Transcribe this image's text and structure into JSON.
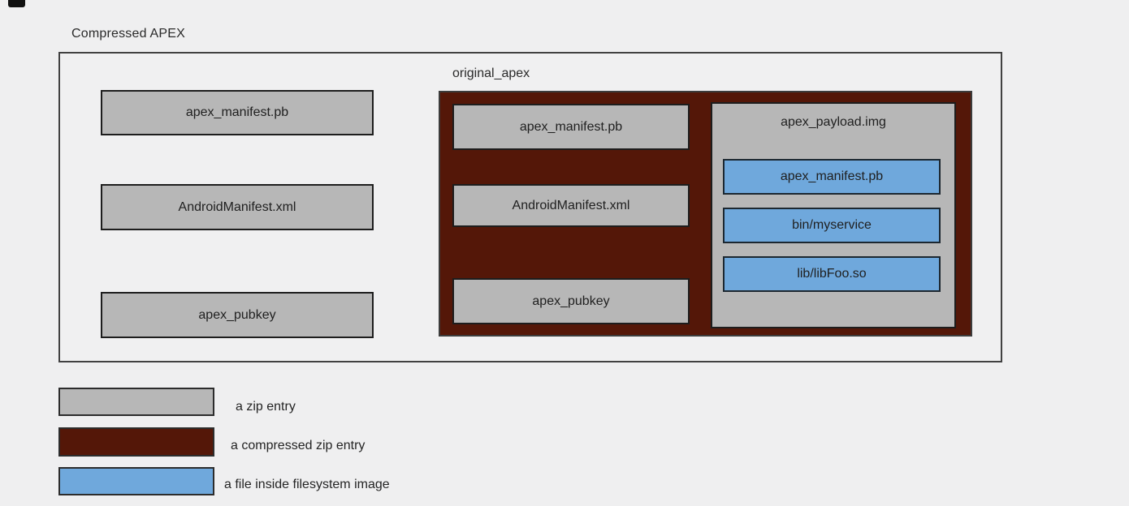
{
  "diagram": {
    "title": "Compressed APEX",
    "outer_entries": [
      "apex_manifest.pb",
      "AndroidManifest.xml",
      "apex_pubkey"
    ],
    "original_apex": {
      "label": "original_apex",
      "entries": [
        "apex_manifest.pb",
        "AndroidManifest.xml",
        "apex_pubkey"
      ],
      "payload": {
        "label": "apex_payload.img",
        "files": [
          "apex_manifest.pb",
          "bin/myservice",
          "lib/libFoo.so"
        ]
      }
    }
  },
  "legend": {
    "items": [
      {
        "color": "#b7b7b7",
        "label": "a zip entry"
      },
      {
        "color": "#541708",
        "label": "a compressed zip entry"
      },
      {
        "color": "#6fa8dc",
        "label": "a file inside filesystem image"
      }
    ]
  },
  "colors": {
    "background": "#efeff0",
    "zip_entry_fill": "#b7b7b7",
    "compressed_zip_entry_fill": "#541708",
    "filesystem_file_fill": "#6fa8dc"
  }
}
